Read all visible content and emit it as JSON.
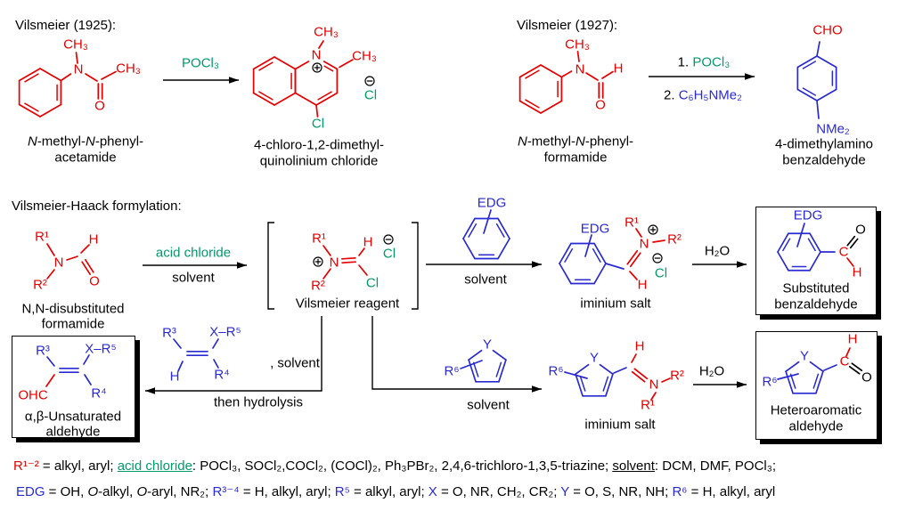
{
  "colors": {
    "structure_red": "#e60000",
    "structure_blue": "#2a2ad2",
    "reagent_green": "#009b68",
    "text_black": "#000000"
  },
  "r1925": {
    "title": "Vilsmeier (1925):",
    "reagent_above_arrow": "POCl₃",
    "reactant": {
      "labels": {
        "n_methyl": "CH₃",
        "n": "N",
        "acetyl_methyl": "CH₃",
        "carbonyl_o": "O"
      },
      "caption_segments": [
        {
          "text": "N",
          "cls": "it"
        },
        {
          "text": "-methyl-",
          "cls": ""
        },
        {
          "text": "N",
          "cls": "it"
        },
        {
          "text": "-phenyl-",
          "cls": ""
        }
      ],
      "caption_line2": "acetamide"
    },
    "product": {
      "labels": {
        "n_methyl": "CH₃",
        "n": "N",
        "c2_methyl": "CH₃",
        "c4_cl": "Cl",
        "chloride_counterion": "Cl"
      },
      "caption_line1": "4-chloro-1,2-dimethyl-",
      "caption_line2": "quinolinium chloride"
    }
  },
  "r1927": {
    "title": "Vilsmeier (1927):",
    "step1_segments": [
      {
        "text": "1. ",
        "cls": ""
      },
      {
        "text": "POCl₃",
        "cls": "c-green"
      }
    ],
    "step2_segments": [
      {
        "text": "2. ",
        "cls": ""
      },
      {
        "text": "C₆H₅NMe₂",
        "cls": "c-blue"
      }
    ],
    "reactant": {
      "labels": {
        "n_methyl": "CH₃",
        "n": "N",
        "formyl_h": "H",
        "carbonyl_o": "O"
      },
      "caption_segments": [
        {
          "text": "N",
          "cls": "it"
        },
        {
          "text": "-methyl-",
          "cls": ""
        },
        {
          "text": "N",
          "cls": "it"
        },
        {
          "text": "-phenyl-",
          "cls": ""
        }
      ],
      "caption_line2": "formamide"
    },
    "product": {
      "labels": {
        "cho": "CHO",
        "nme2": "NMe₂"
      },
      "caption_line1": "4-dimethylamino",
      "caption_line2": "benzaldehyde"
    }
  },
  "vh": {
    "heading": "Vilsmeier-Haack formylation:",
    "formamide": {
      "labels": {
        "r1": "R¹",
        "n": "N",
        "r2": "R²",
        "formyl_h": "H",
        "carbonyl_o": "O"
      },
      "caption_line1": "N,N-disubstituted",
      "caption_line2": "formamide"
    },
    "step1_above": "acid chloride",
    "step1_below": "solvent",
    "reagent": {
      "labels": {
        "r1": "R¹",
        "n": "N",
        "r2": "R²",
        "h": "H",
        "cl": "Cl",
        "chloride_counterion": "Cl"
      },
      "caption": "Vilsmeier reagent"
    },
    "arene_path": {
      "edg": "EDG",
      "solvent": "solvent",
      "h2o": "H₂O",
      "iminium": {
        "labels": {
          "edg": "EDG",
          "r1": "R¹",
          "n": "N",
          "r2": "R²",
          "h": "H",
          "chloride_counterion": "Cl"
        },
        "caption": "iminium salt"
      },
      "product": {
        "labels": {
          "edg": "EDG",
          "c": "C",
          "o": "O",
          "h": "H"
        },
        "caption_line1": "Substituted",
        "caption_line2": "benzaldehyde"
      }
    },
    "alkene_path": {
      "solvent_note": ", solvent",
      "below_arrow": "then hydrolysis",
      "alkene": {
        "labels": {
          "r3": "R³",
          "x_r5": "X–R⁵",
          "h": "H",
          "r4": "R⁴"
        }
      },
      "product": {
        "labels": {
          "r3": "R³",
          "x_r5": "X–R⁵",
          "ohc": "OHC",
          "r4": "R⁴"
        },
        "caption_line1": "α,β-Unsaturated",
        "caption_line2": "aldehyde"
      }
    },
    "het_path": {
      "solvent": "solvent",
      "h2o": "H₂O",
      "arene": {
        "labels": {
          "y": "Y",
          "r6": "R⁶"
        }
      },
      "iminium": {
        "labels": {
          "y": "Y",
          "r6": "R⁶",
          "h": "H",
          "n": "N",
          "r1": "R¹",
          "r2": "R²"
        },
        "caption": "iminium salt"
      },
      "product": {
        "labels": {
          "y": "Y",
          "r6": "R⁶",
          "c": "C",
          "h": "H",
          "o": "O"
        },
        "caption_line1": "Heteroaromatic",
        "caption_line2": "aldehyde"
      }
    }
  },
  "footnotes": {
    "line1": [
      {
        "text": "R¹⁻²",
        "cls": "c-red"
      },
      {
        "text": " = alkyl, aryl; ",
        "cls": ""
      },
      {
        "text": "acid chloride",
        "cls": "c-green u"
      },
      {
        "text": ": POCl₃, SOCl₂,COCl₂, (COCl)₂, Ph₃PBr₂, 2,4,6-trichloro-1,3,5-triazine; ",
        "cls": ""
      },
      {
        "text": "solvent",
        "cls": "u"
      },
      {
        "text": ": DCM, DMF, POCl₃;",
        "cls": ""
      }
    ],
    "line2": [
      {
        "text": "EDG",
        "cls": "c-blue"
      },
      {
        "text": " = OH, ",
        "cls": ""
      },
      {
        "text": "O",
        "cls": "it"
      },
      {
        "text": "-alkyl, ",
        "cls": ""
      },
      {
        "text": "O",
        "cls": "it"
      },
      {
        "text": "-aryl, NR₂; ",
        "cls": ""
      },
      {
        "text": "R³⁻⁴",
        "cls": "c-blue"
      },
      {
        "text": " = H, alkyl, aryl; ",
        "cls": ""
      },
      {
        "text": "R⁵",
        "cls": "c-blue"
      },
      {
        "text": " = alkyl, aryl; ",
        "cls": ""
      },
      {
        "text": "X",
        "cls": "c-blue"
      },
      {
        "text": " = O, NR, CH₂, CR₂; ",
        "cls": ""
      },
      {
        "text": "Y",
        "cls": "c-blue"
      },
      {
        "text": " = O, S, NR, NH; ",
        "cls": ""
      },
      {
        "text": "R⁶",
        "cls": "c-blue"
      },
      {
        "text": " = H, alkyl, aryl",
        "cls": ""
      }
    ]
  }
}
